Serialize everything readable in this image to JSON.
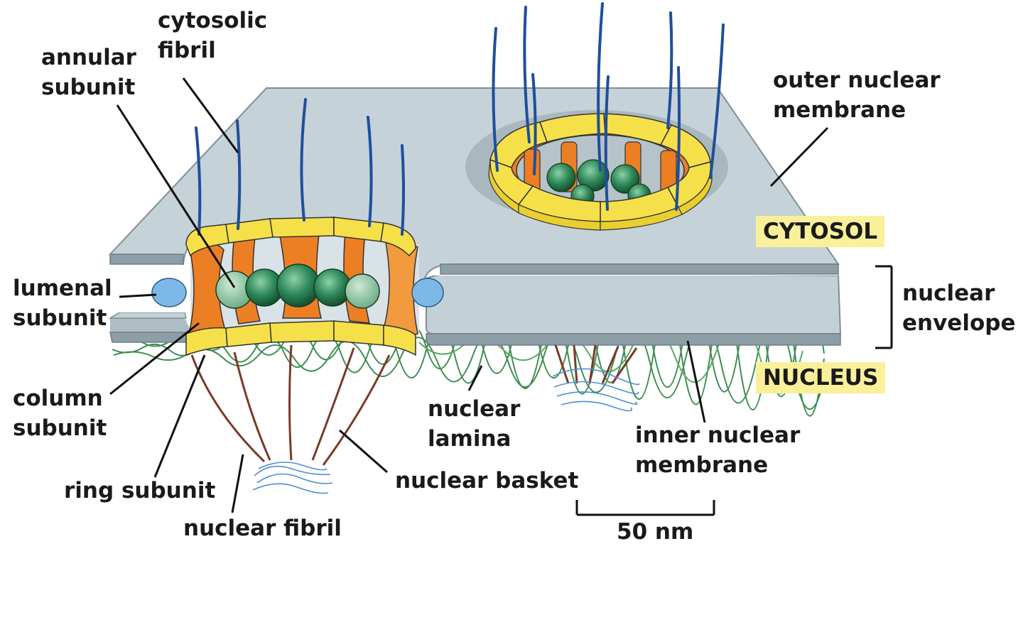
{
  "labels": {
    "cytosolic_fibril": [
      "cytosolic",
      "fibril"
    ],
    "annular_subunit": [
      "annular",
      "subunit"
    ],
    "outer_nuclear_membrane": [
      "outer nuclear",
      "membrane"
    ],
    "cytosol": "CYTOSOL",
    "lumenal_subunit": [
      "lumenal",
      "subunit"
    ],
    "nuclear_envelope": [
      "nuclear",
      "envelope"
    ],
    "nucleus": "NUCLEUS",
    "column_subunit": [
      "column",
      "subunit"
    ],
    "nuclear_lamina": [
      "nuclear",
      "lamina"
    ],
    "inner_nuclear_membrane": [
      "inner nuclear",
      "membrane"
    ],
    "ring_subunit": "ring subunit",
    "nuclear_basket": "nuclear basket",
    "nuclear_fibril": "nuclear fibril",
    "scale_bar": "50 nm"
  },
  "colors": {
    "membrane": "#c3d0d6",
    "membrane_edge": "#7d8f98",
    "ring_yellow": "#f6e04a",
    "column_orange": "#ec7f24",
    "annular_green": "#2f8a5a",
    "lumenal_blue": "#7eb8e6",
    "fibril_blue": "#1e4f9c",
    "basket_brown": "#7a3a2a",
    "lamina_green": "#3f8e52",
    "highlight": "#fbf09a"
  }
}
